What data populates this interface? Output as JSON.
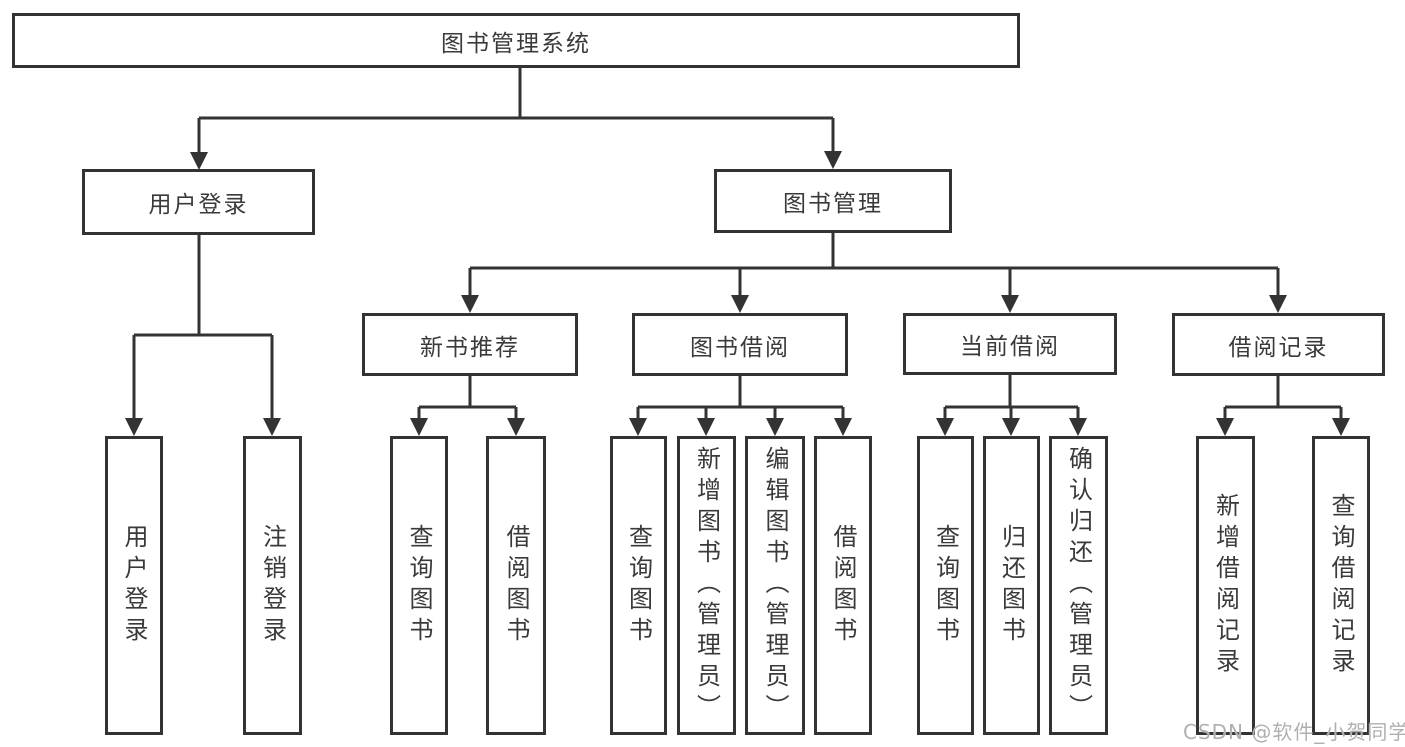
{
  "title": "图书管理系统",
  "colors": {
    "line": "#333333",
    "box_border": "#333333",
    "text": "#3a3a3a",
    "watermark": "#b0b0b0",
    "background": "#ffffff"
  },
  "nodes": {
    "root": {
      "label": "图书管理系统"
    },
    "userLogin": {
      "label": "用户登录",
      "children": [
        {
          "label": "用户登录"
        },
        {
          "label": "注销登录"
        }
      ]
    },
    "bookMgmt": {
      "label": "图书管理"
    },
    "newBookRec": {
      "label": "新书推荐",
      "children": [
        {
          "label": "查询图书"
        },
        {
          "label": "借阅图书"
        }
      ]
    },
    "bookBorrow": {
      "label": "图书借阅",
      "children": [
        {
          "label": "查询图书"
        },
        {
          "label": "新增图书（管理员）"
        },
        {
          "label": "编辑图书（管理员）"
        },
        {
          "label": "借阅图书"
        }
      ]
    },
    "currentBorrow": {
      "label": "当前借阅",
      "children": [
        {
          "label": "查询图书"
        },
        {
          "label": "归还图书"
        },
        {
          "label": "确认归还（管理员）"
        }
      ]
    },
    "borrowRecord": {
      "label": "借阅记录",
      "children": [
        {
          "label": "新增借阅记录"
        },
        {
          "label": "查询借阅记录"
        }
      ]
    }
  },
  "watermark": "CSDN @软件_小贺同学"
}
